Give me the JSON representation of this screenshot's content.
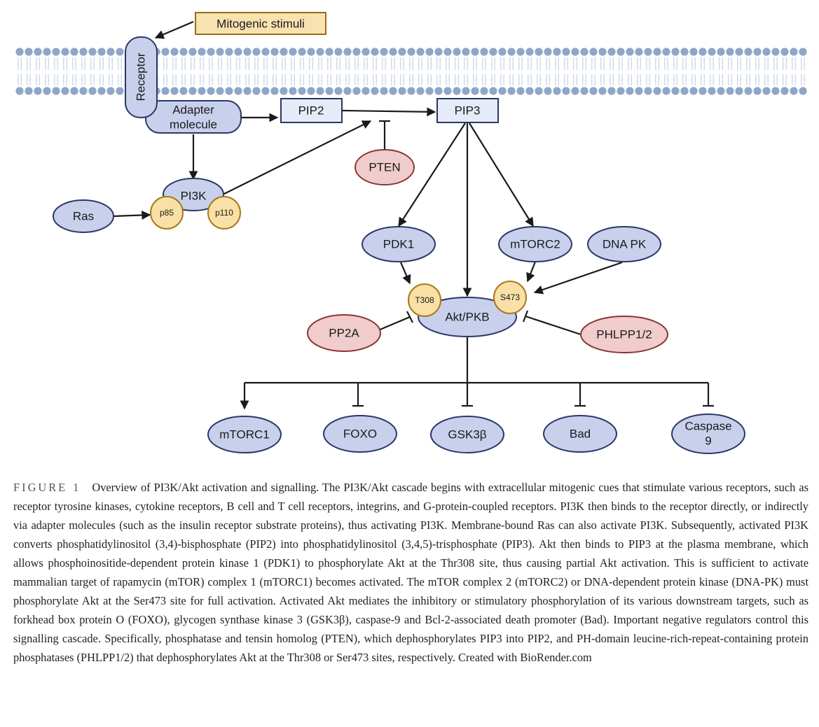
{
  "diagram": {
    "nodes": {
      "mitogenic_stimuli": "Mitogenic stimuli",
      "receptor": "Receptor",
      "adapter_line1": "Adapter",
      "adapter_line2": "molecule",
      "pip2": "PIP2",
      "pip3": "PIP3",
      "pten": "PTEN",
      "pi3k": "PI3K",
      "p85": "p85",
      "p110": "p110",
      "ras": "Ras",
      "pdk1": "PDK1",
      "mtorc2": "mTORC2",
      "dnapk": "DNA PK",
      "t308": "T308",
      "s473": "S473",
      "akt": "Akt/PKB",
      "pp2a": "PP2A",
      "phlpp": "PHLPP1/2",
      "mtorc1": "mTORC1",
      "foxo": "FOXO",
      "gsk3b": "GSK3β",
      "bad": "Bad",
      "casp_line1": "Caspase",
      "casp_line2": "9"
    },
    "colors": {
      "activator_fill": "#c8d0ec",
      "activator_stroke": "#2a3768",
      "inhibitor_fill": "#f0cccc",
      "inhibitor_stroke": "#8a3434",
      "site_fill": "#f8e0a6",
      "site_stroke": "#a77a1b",
      "stimulus_fill": "#f7e2b0",
      "membrane": "#8fa6c6"
    }
  },
  "caption": {
    "label": "FIGURE 1",
    "text": "Overview of PI3K/Akt activation and signalling. The PI3K/Akt cascade begins with extracellular mitogenic cues that stimulate various receptors, such as receptor tyrosine kinases, cytokine receptors, B cell and T cell receptors, integrins, and G-protein-coupled receptors. PI3K then binds to the receptor directly, or indirectly via adapter molecules (such as the insulin receptor substrate proteins), thus activating PI3K. Membrane-bound Ras can also activate PI3K. Subsequently, activated PI3K converts phosphatidylinositol (3,4)-bisphosphate (PIP2) into phosphatidylinositol (3,4,5)-trisphosphate (PIP3). Akt then binds to PIP3 at the plasma membrane, which allows phosphoinositide-dependent protein kinase 1 (PDK1) to phosphorylate Akt at the Thr308 site, thus causing partial Akt activation. This is sufficient to activate mammalian target of rapamycin (mTOR) complex 1 (mTORC1) becomes activated. The mTOR complex 2 (mTORC2) or DNA-dependent protein kinase (DNA-PK) must phosphorylate Akt at the Ser473 site for full activation. Activated Akt mediates the inhibitory or stimulatory phosphorylation of its various downstream targets, such as forkhead box protein O (FOXO), glycogen synthase kinase 3 (GSK3β), caspase-9 and Bcl-2-associated death promoter (Bad). Important negative regulators control this signalling cascade. Specifically, phosphatase and tensin homolog (PTEN), which dephosphorylates PIP3 into PIP2, and PH-domain leucine-rich-repeat-containing protein phosphatases (PHLPP1/2) that dephosphorylates Akt at the Thr308 or Ser473 sites, respectively. Created with BioRender.com"
  }
}
